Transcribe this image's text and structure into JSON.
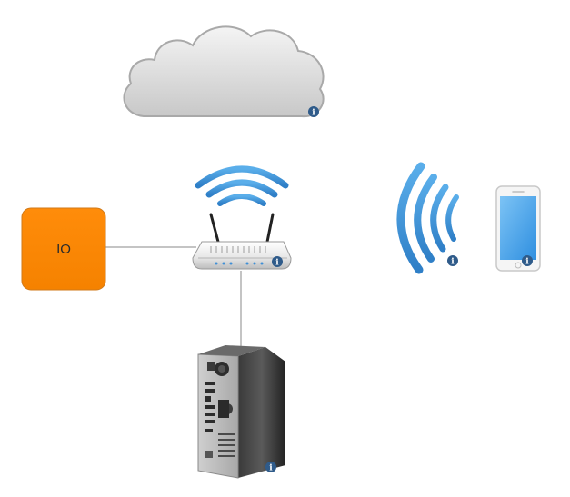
{
  "diagram": {
    "io_box": {
      "label": "IO",
      "fill": "#ff8800",
      "stroke": "#d07a1a"
    },
    "info_symbol": "i",
    "colors": {
      "connector": "#7a7a7a",
      "info_badge": "#2f5b8a",
      "wifi_blue": "#3f8fd6",
      "cloud_fill": "#d9d9d9",
      "router_body": "#eeeeee",
      "tower_dark": "#2a2a2a",
      "phone_screen": "#3a9de8"
    },
    "nodes": [
      {
        "id": "cloud",
        "icon": "cloud-icon"
      },
      {
        "id": "router",
        "icon": "wifi-router-icon"
      },
      {
        "id": "io",
        "icon": "io-box"
      },
      {
        "id": "wireless",
        "icon": "wireless-signal-icon"
      },
      {
        "id": "phone",
        "icon": "smartphone-icon"
      },
      {
        "id": "pc",
        "icon": "desktop-tower-icon"
      }
    ],
    "edges": [
      {
        "from": "io",
        "to": "router"
      },
      {
        "from": "router",
        "to": "pc"
      }
    ]
  }
}
